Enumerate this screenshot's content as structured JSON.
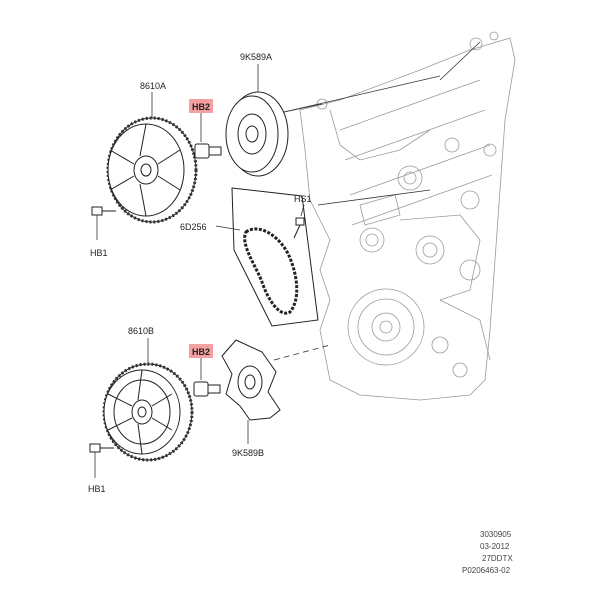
{
  "parts": {
    "cam_gear_upper": "8610A",
    "hub_upper": "9K589A",
    "bolt_upper_highlight": "HB2",
    "bolt_upper_small": "HB1",
    "chain_label": "6D256",
    "chain_screw": "HS1",
    "cam_gear_lower": "8610B",
    "bolt_lower_highlight": "HB2",
    "bolt_lower_small": "HB1",
    "hub_lower": "9K589B"
  },
  "reference": {
    "line1": "3030905",
    "line2": "03-2012",
    "line3": "27DDTX",
    "line4": "P0206463-02"
  },
  "colors": {
    "highlight": "#f08080",
    "line": "#333333"
  }
}
